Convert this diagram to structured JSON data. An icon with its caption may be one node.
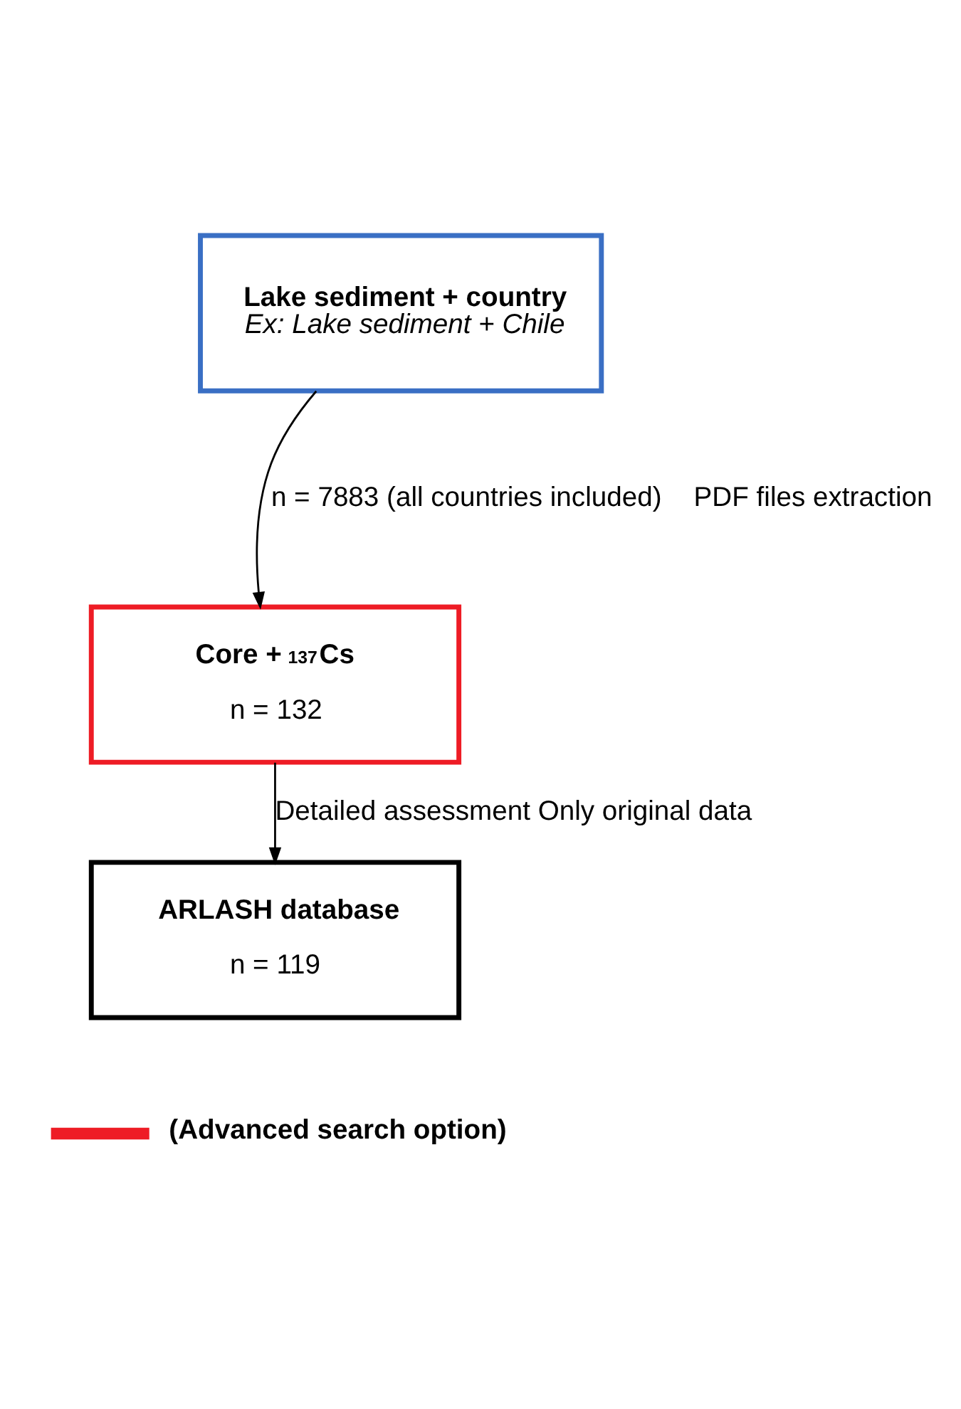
{
  "diagram": {
    "nodes": [
      {
        "text": [
          "Lake sediment + country",
          "Ex: Lake sediment + Chile"
        ]
      },
      {
        "text": [
          "Core + $^{137}$Cs",
          "n = 132"
        ]
      },
      {
        "text": [
          "ARLASH database",
          "n = 119"
        ]
      }
    ],
    "edges": [
      {
        "from": 0,
        "to": 1,
        "arrow": "to",
        "label": "n = 7883 (all countries included)"
      },
      {
        "from": 1,
        "to": 2,
        "arrow": "to",
        "label": "Detailed assessment Only original data"
      }
    ],
    "labels": [
      "PDF files extraction"
    ],
    "legend": [
      {
        "text": "(Advanced search option)",
        "color": "#ee1c25"
      }
    ]
  }
}
